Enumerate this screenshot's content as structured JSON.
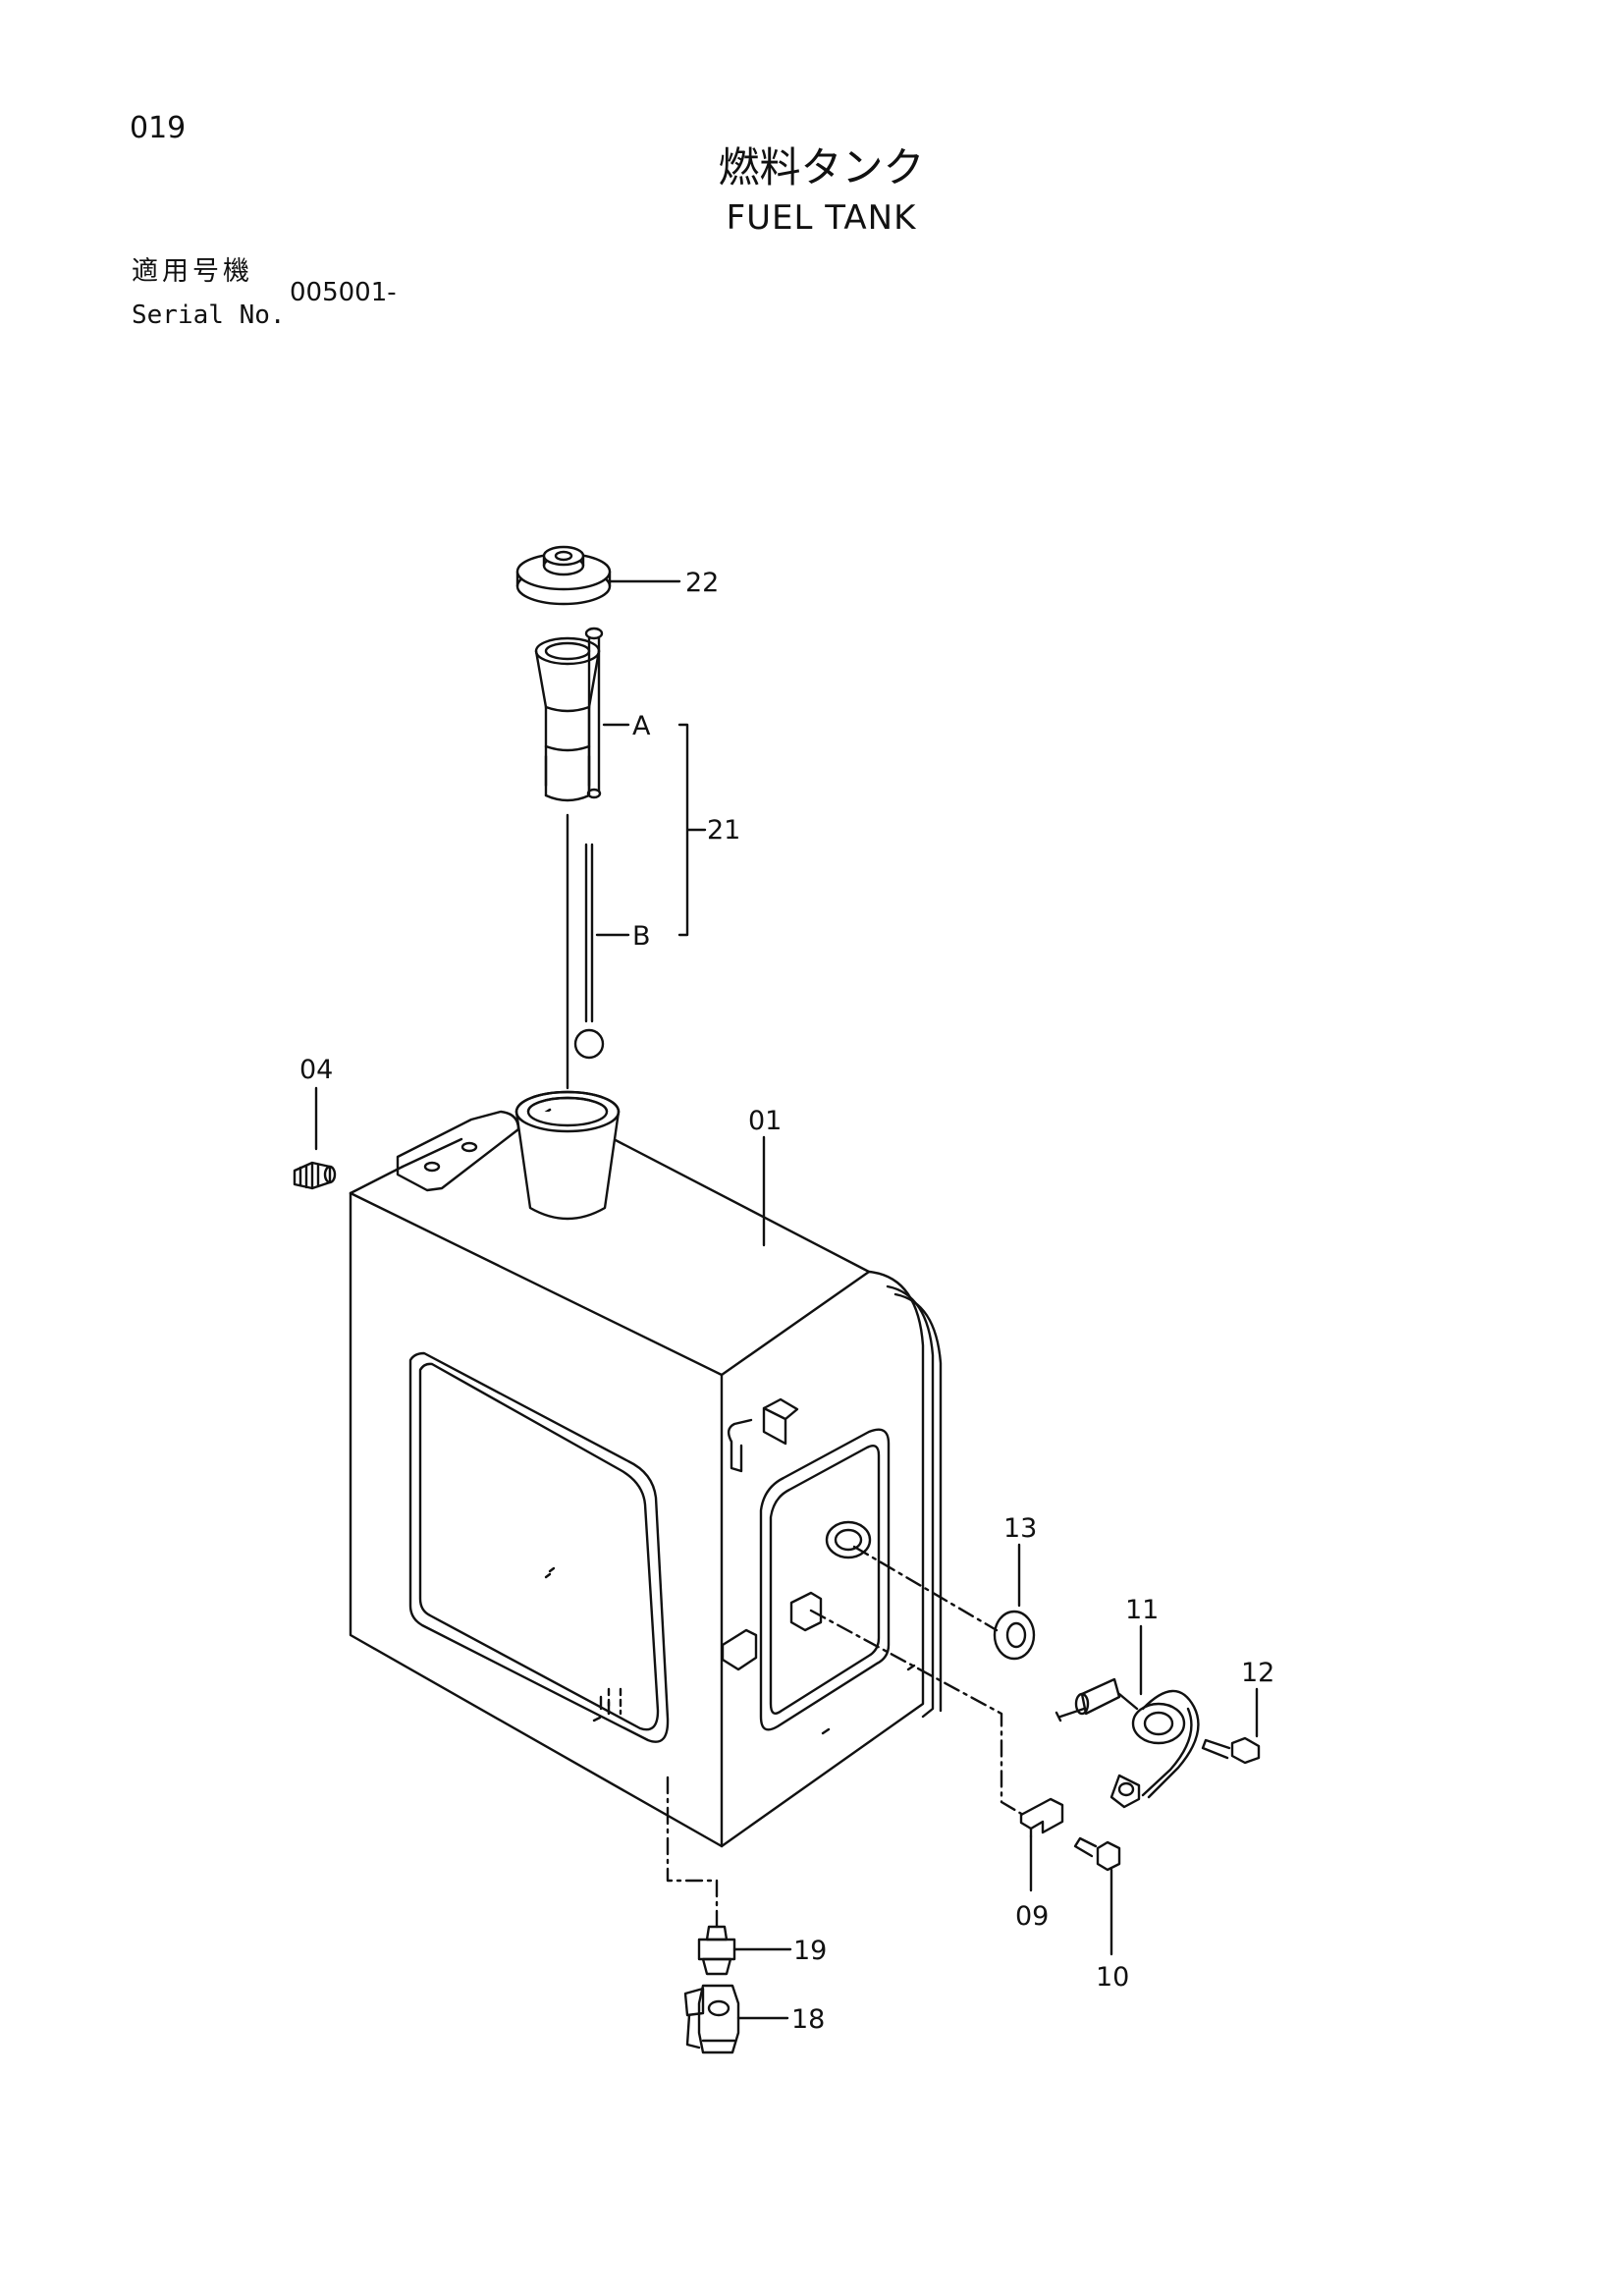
{
  "header": {
    "page_number": "019",
    "title_ja": "燃料タンク",
    "title_en": "FUEL TANK",
    "serial_label_ja": "適用号機",
    "serial_label_en": "Serial No.",
    "serial_value": "005001-"
  },
  "callouts": {
    "tank": "01",
    "plug": "04",
    "bracket": "09",
    "bolt_lower": "10",
    "sender": "11",
    "bolt_right": "12",
    "gasket": "13",
    "valve": "18",
    "adapter": "19",
    "gauge": "21",
    "gauge_upper": "A",
    "gauge_lower": "B",
    "cap": "22"
  }
}
